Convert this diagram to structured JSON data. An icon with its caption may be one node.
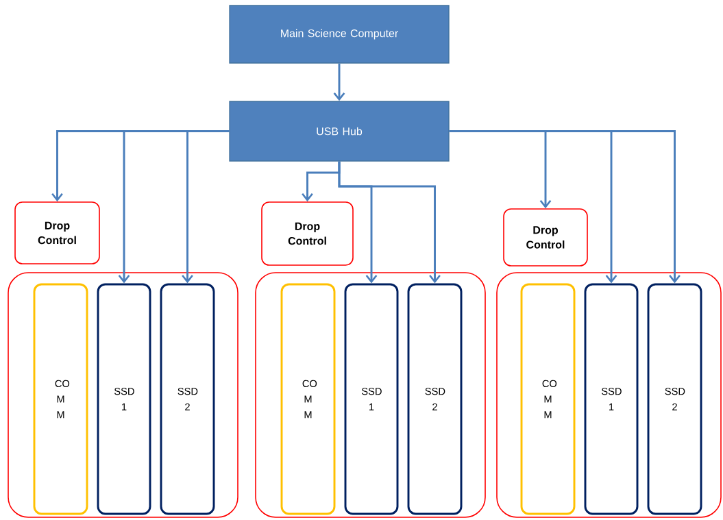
{
  "diagram": {
    "nodes": [
      {
        "text": [
          "Main Science Computer"
        ]
      },
      {
        "text": [
          "USB Hub"
        ]
      },
      {
        "text": [
          "Drop Control"
        ]
      },
      {
        "text": [],
        "shape": "box"
      },
      {
        "text": [
          "CO M M"
        ],
        "in": 3
      },
      {
        "text": [
          "SSD 1"
        ],
        "in": 3
      },
      {
        "text": [
          "SSD 2"
        ],
        "in": 3
      },
      {
        "text": [
          "Drop Control"
        ]
      },
      {
        "text": [],
        "shape": "box"
      },
      {
        "text": [
          "CO M M"
        ],
        "in": 8
      },
      {
        "text": [
          "SSD 1"
        ],
        "in": 8
      },
      {
        "text": [
          "SSD 2"
        ],
        "in": 8
      },
      {
        "text": [
          "Drop Control"
        ]
      },
      {
        "text": [],
        "shape": "box"
      },
      {
        "text": [
          "CO M M"
        ],
        "in": 13
      },
      {
        "text": [
          "SSD 1"
        ],
        "in": 13
      },
      {
        "text": [
          "SSD 2"
        ],
        "in": 13
      }
    ],
    "edges": [
      {
        "from": 0,
        "to": 1,
        "arrow": "to"
      },
      {
        "from": 1,
        "to": 2,
        "arrow": "to"
      },
      {
        "from": 1,
        "to": 5,
        "arrow": "to"
      },
      {
        "from": 1,
        "to": 6,
        "arrow": "to"
      },
      {
        "from": 1,
        "to": 7,
        "arrow": "to"
      },
      {
        "from": 1,
        "to": 10,
        "arrow": "to"
      },
      {
        "from": 1,
        "to": 11,
        "arrow": "to"
      },
      {
        "from": 1,
        "to": 12,
        "arrow": "to"
      },
      {
        "from": 1,
        "to": 15,
        "arrow": "to"
      },
      {
        "from": 1,
        "to": 16,
        "arrow": "to"
      }
    ]
  }
}
